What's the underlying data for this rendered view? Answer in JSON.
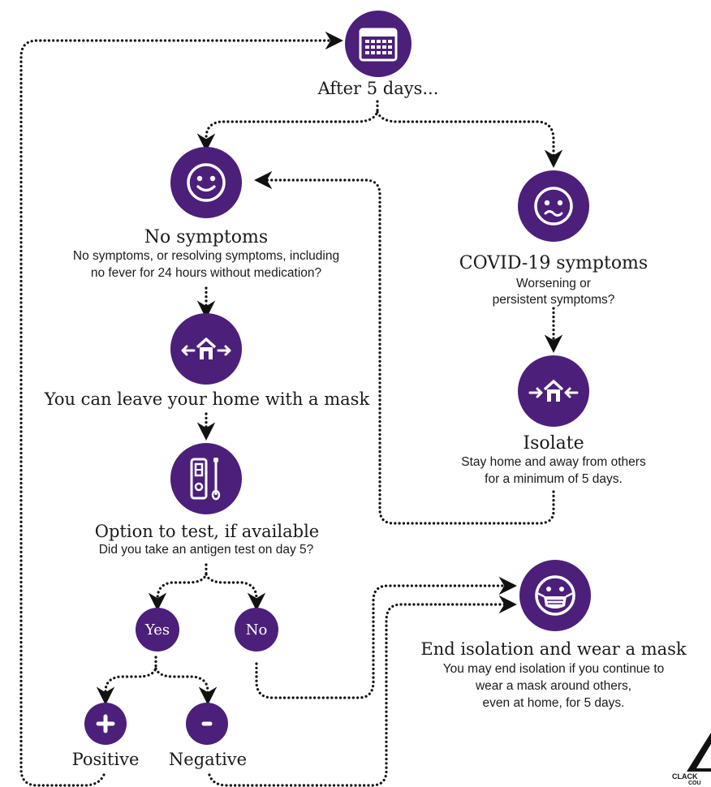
{
  "colors": {
    "node": "#4b1f7a",
    "text": "#1a1a1a",
    "line": "#111111"
  },
  "nodes": {
    "after5": {
      "icon": "calendar-icon",
      "title": "After 5 days..."
    },
    "nosym": {
      "icon": "smiley-face-icon",
      "title": "No symptoms",
      "sub1": "No symptoms, or resolving symptoms, including",
      "sub2": "no fever for 24 hours without medication?"
    },
    "covid": {
      "icon": "worried-face-icon",
      "title": "COVID-19 symptoms",
      "sub1": "Worsening or",
      "sub2": "persistent symptoms?"
    },
    "leave": {
      "icon": "house-arrows-out-icon",
      "title": "You can leave your home with a mask"
    },
    "isolate": {
      "icon": "house-arrows-in-icon",
      "title": "Isolate",
      "sub1": "Stay home and away from others",
      "sub2": "for a minimum of 5 days."
    },
    "test": {
      "icon": "antigen-test-icon",
      "title": "Option to test, if available",
      "sub1": "Did you take an antigen test on day 5?"
    },
    "yes": {
      "label": "Yes"
    },
    "no": {
      "label": "No"
    },
    "positive": {
      "icon": "plus-icon",
      "title": "Positive"
    },
    "negative": {
      "icon": "minus-icon",
      "title": "Negative"
    },
    "end": {
      "icon": "masked-face-icon",
      "title": "End isolation and wear a mask",
      "sub1": "You may end isolation if you continue to",
      "sub2": "wear a mask around others,",
      "sub3": "even at home, for 5 days."
    }
  },
  "logo": {
    "text1": "CLACK",
    "text2": "COU"
  }
}
